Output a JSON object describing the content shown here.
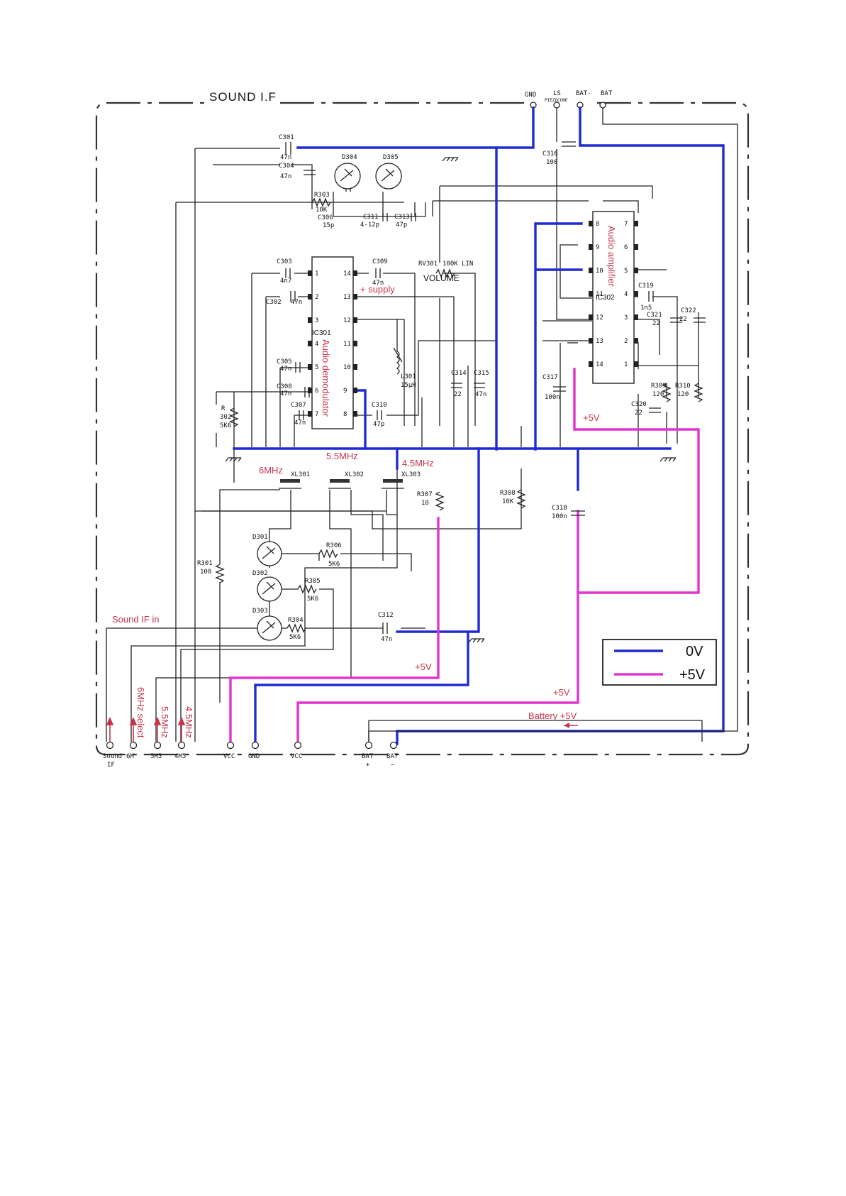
{
  "title": "SOUND I.F",
  "top_terminals": {
    "gnd": "GND",
    "ls": "LS",
    "ls_sub": "PIEZOCONE",
    "bat_minus": "BAT-",
    "bat_plus": "BAT"
  },
  "ics": {
    "ic301": {
      "ref": "IC301",
      "function": "Audio demodulator",
      "pins_left": [
        "1",
        "2",
        "3",
        "4",
        "5",
        "6",
        "7"
      ],
      "pins_right": [
        "14",
        "13",
        "12",
        "11",
        "10",
        "9",
        "8"
      ]
    },
    "ic302": {
      "ref": "IC302",
      "function": "Audio amplifier",
      "pins_left": [
        "8",
        "9",
        "10",
        "11",
        "12",
        "13",
        "14"
      ],
      "pins_right": [
        "7",
        "6",
        "5",
        "4",
        "3",
        "2",
        "1"
      ]
    }
  },
  "components": {
    "c301": [
      "C301",
      "47n"
    ],
    "c304": [
      "C304",
      "47n"
    ],
    "d304": "D304",
    "d305": "D305",
    "r303": [
      "R303",
      "10K"
    ],
    "c306": [
      "C306",
      "15p"
    ],
    "c311": [
      "C311",
      "4-12p"
    ],
    "c313": [
      "C313",
      "47p"
    ],
    "c316": [
      "C316",
      "100"
    ],
    "c303": [
      "C303",
      "4n7"
    ],
    "c302": [
      "C302",
      "47n"
    ],
    "c309": [
      "C309",
      "47n"
    ],
    "rv301": "RV301",
    "rv301_val": "100K LIN",
    "volume": "VOLUME",
    "c305": [
      "C305",
      "47n"
    ],
    "c308": [
      "C308",
      "47n"
    ],
    "c307": [
      "C307",
      "47n"
    ],
    "c310": [
      "C310",
      "47p"
    ],
    "l301": [
      "L301",
      "15µH"
    ],
    "c314": [
      "C314",
      "22"
    ],
    "c315": [
      "C315",
      "47n"
    ],
    "c317": [
      "C317",
      "100n"
    ],
    "c319": [
      "C319",
      "1n5"
    ],
    "c321": [
      "C321",
      "22"
    ],
    "c322": [
      "C322",
      "22"
    ],
    "r309": [
      "R309",
      "120"
    ],
    "r310": [
      "R310",
      "120"
    ],
    "c320": [
      "C320",
      "22"
    ],
    "r302": [
      "R",
      "302",
      "5K6"
    ],
    "xl301": "XL301",
    "xl302": "XL302",
    "xl303": "XL303",
    "r307": [
      "R307",
      "10"
    ],
    "r308": [
      "R308",
      "10K"
    ],
    "c318": [
      "C318",
      "100n"
    ],
    "r301": [
      "R301",
      "100"
    ],
    "d301": "D301",
    "d302": "D302",
    "d303": "D303",
    "r306": [
      "R306",
      "5K6"
    ],
    "r305": [
      "R305",
      "5K6"
    ],
    "r304": [
      "R304",
      "5K6"
    ],
    "c312": [
      "C312",
      "47n"
    ]
  },
  "annotations": {
    "supply": "+ supply",
    "f55": "5.5MHz",
    "f6": "6MHz",
    "f45": "4.5MHz",
    "v5": "+5V",
    "sound_if_in": "Sound IF in",
    "sel6": "6MHz select",
    "sel55": "5.5MHz",
    "sel45": "4.5MHz",
    "battery": "Battery +5V"
  },
  "bottom_terminals": [
    {
      "label": "Sound",
      "sub": "IF"
    },
    {
      "label": "6M",
      "sub": ""
    },
    {
      "label": "5M5",
      "sub": ""
    },
    {
      "label": "4M5",
      "sub": ""
    },
    {
      "label": "VCC",
      "sub": ""
    },
    {
      "label": "GND",
      "sub": ""
    },
    {
      "label": "VCC",
      "sub": ""
    },
    {
      "label": "BAT",
      "sub": "+"
    },
    {
      "label": "BAT",
      "sub": "−"
    }
  ],
  "legend": [
    {
      "label": "0V",
      "color": "#1f2ad1"
    },
    {
      "label": "+5V",
      "color": "#e234d0"
    }
  ]
}
